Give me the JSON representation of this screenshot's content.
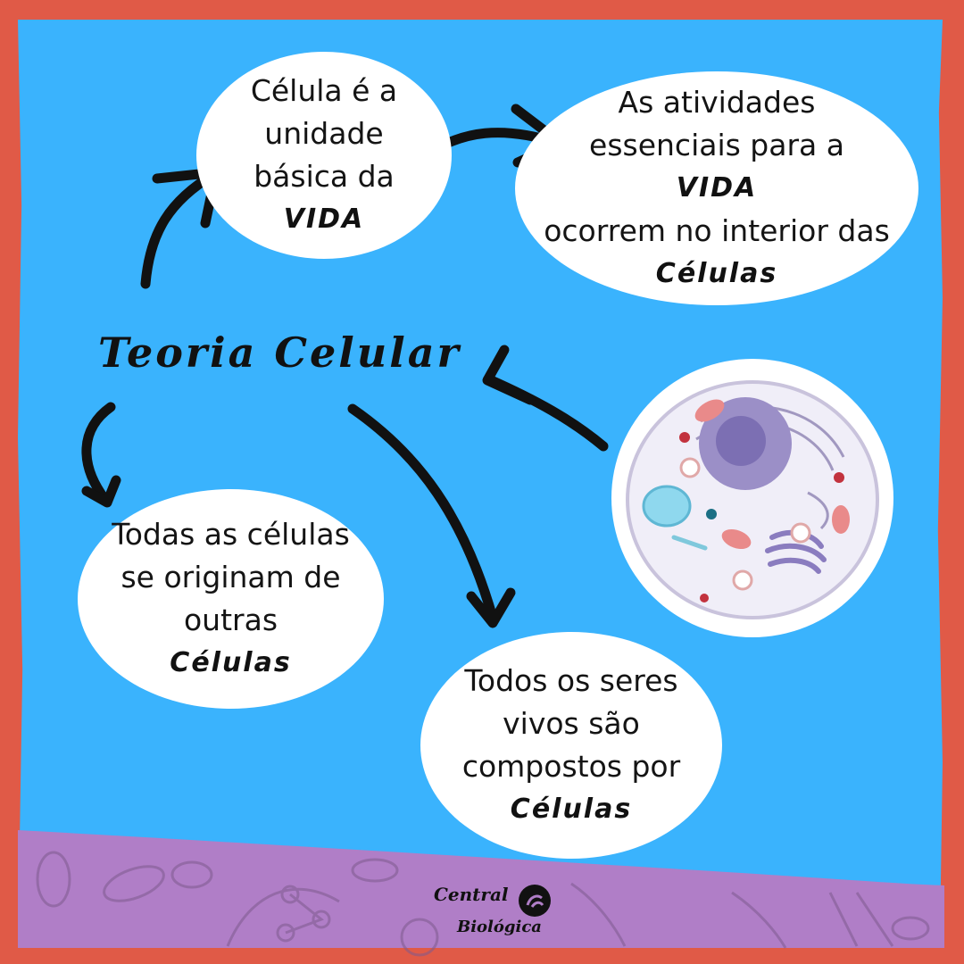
{
  "title": "Teoria Celular",
  "bubbles": {
    "top_left": {
      "lines": [
        "Célula é a",
        "unidade",
        "básica da"
      ],
      "emphasis": "VIDA"
    },
    "top_right": {
      "lines": [
        "As atividades",
        "essenciais para a"
      ],
      "emphasis_middle": "VIDA",
      "lines_after": [
        "ocorrem no interior das"
      ],
      "emphasis": "Células"
    },
    "bottom_left": {
      "lines": [
        "Todas as células",
        "se originam de",
        "outras"
      ],
      "emphasis": "Células"
    },
    "bottom_center": {
      "lines": [
        "Todos os seres",
        "vivos são",
        "compostos por"
      ],
      "emphasis": "Células"
    }
  },
  "logo": {
    "word1": "Central",
    "word2": "Biológica"
  },
  "colors": {
    "background": "#3ab3fd",
    "frame": "#e05a47",
    "band": "#b07ec7",
    "bubble": "#ffffff",
    "ink": "#111111"
  },
  "icons": {
    "cell": "animal-cell-illustration",
    "arrow": "hand-drawn-arrow"
  }
}
